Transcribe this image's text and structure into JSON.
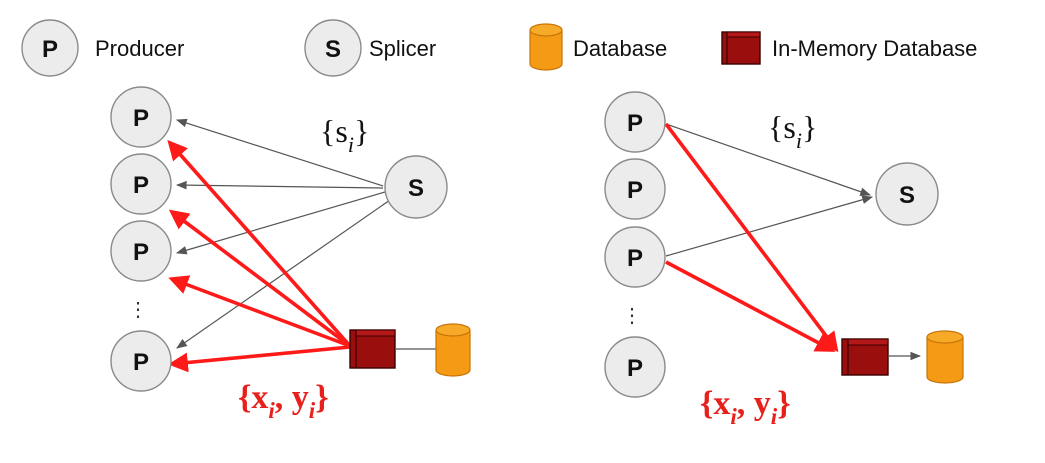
{
  "legend": {
    "producer": {
      "symbol": "P",
      "label": "Producer"
    },
    "splicer": {
      "symbol": "S",
      "label": "Splicer"
    },
    "database": {
      "label": "Database",
      "icon": "database-cylinder-icon",
      "color": "#f59a14"
    },
    "in_memory_database": {
      "label": "In-Memory Database",
      "icon": "in-memory-database-icon",
      "color": "#9b0e0e"
    }
  },
  "left_diagram": {
    "producers": [
      "P",
      "P",
      "P",
      "P"
    ],
    "splicer": "S",
    "ellipsis": "⋮",
    "splicer_set_label": {
      "base": "s",
      "sub": "i"
    },
    "data_label": {
      "x": "x",
      "x_sub": "i",
      "y": "y",
      "y_sub": "i"
    }
  },
  "right_diagram": {
    "producers": [
      "P",
      "P",
      "P",
      "P"
    ],
    "splicer": "S",
    "ellipsis": "⋮",
    "splicer_set_label": {
      "base": "s",
      "sub": "i"
    },
    "data_label": {
      "x": "x",
      "x_sub": "i",
      "y": "y",
      "y_sub": "i"
    }
  },
  "colors": {
    "red_arrow": "#ff1a1a",
    "gray_arrow": "#555555",
    "node_fill": "#ececec",
    "data_label_color": "#e8201c"
  }
}
